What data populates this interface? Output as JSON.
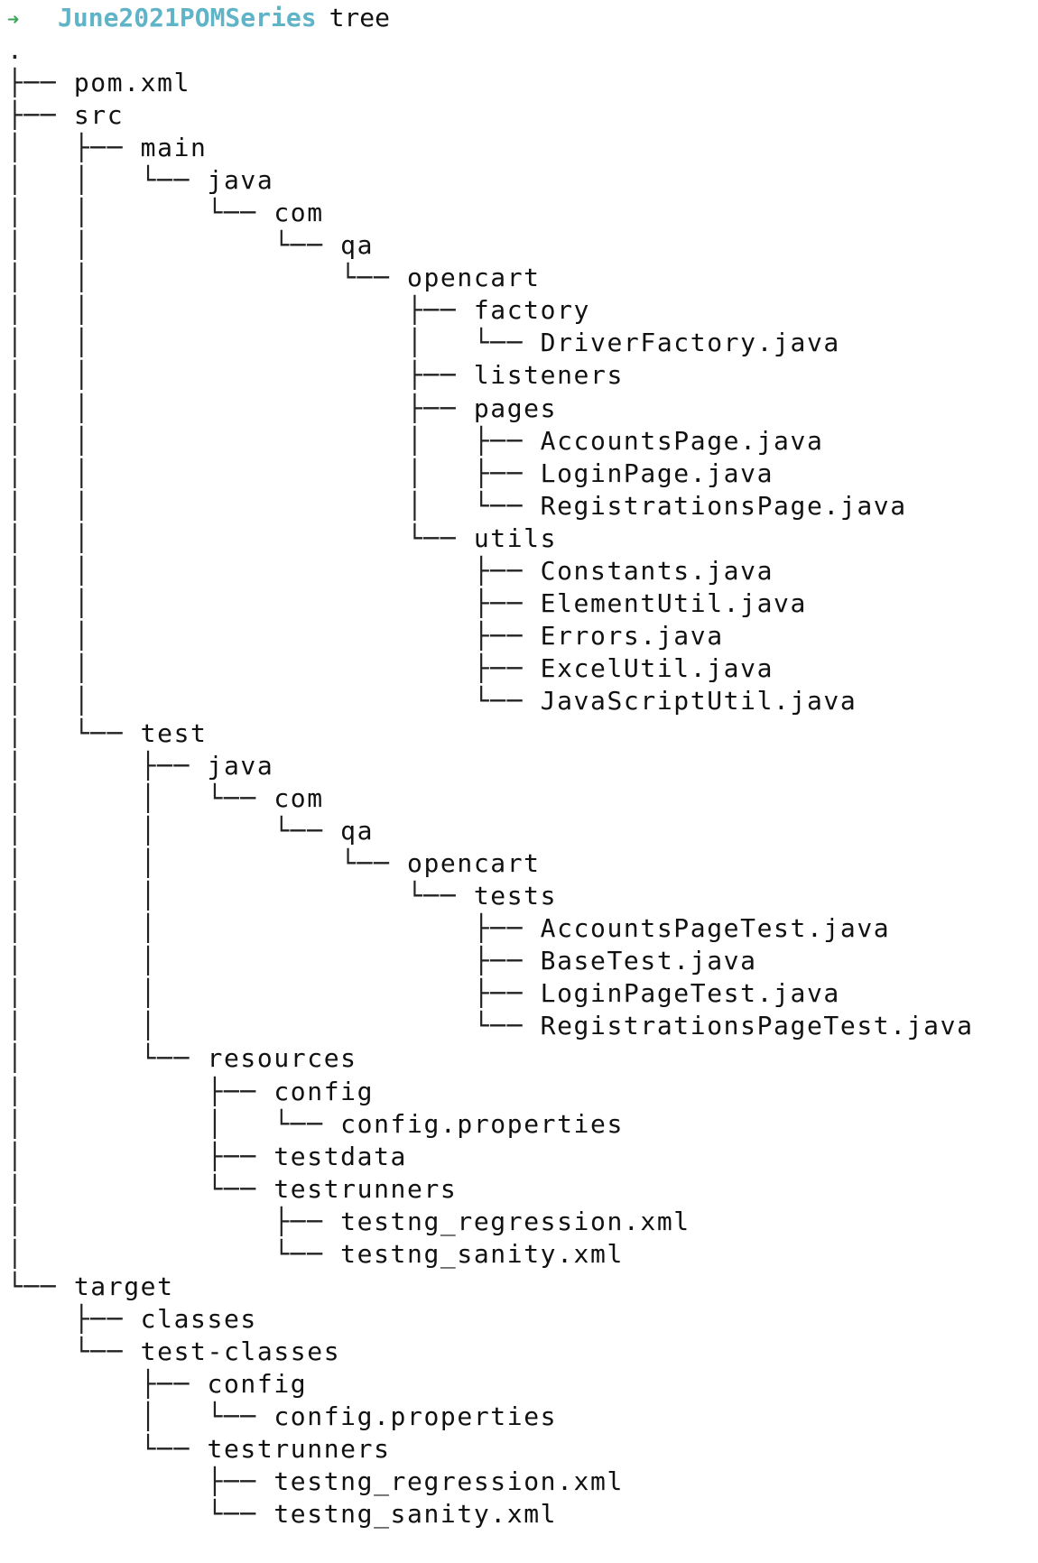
{
  "prompt": {
    "arrow": "➜",
    "directory": "June2021POMSeries",
    "command": "tree"
  },
  "tree_lines": [
    {
      "branch": ".",
      "name": ""
    },
    {
      "branch": "├── ",
      "name": "pom.xml"
    },
    {
      "branch": "├── ",
      "name": "src"
    },
    {
      "branch": "│   ├── ",
      "name": "main"
    },
    {
      "branch": "│   │   └── ",
      "name": "java"
    },
    {
      "branch": "│   │       └── ",
      "name": "com"
    },
    {
      "branch": "│   │           └── ",
      "name": "qa"
    },
    {
      "branch": "│   │               └── ",
      "name": "opencart"
    },
    {
      "branch": "│   │                   ├── ",
      "name": "factory"
    },
    {
      "branch": "│   │                   │   └── ",
      "name": "DriverFactory.java"
    },
    {
      "branch": "│   │                   ├── ",
      "name": "listeners"
    },
    {
      "branch": "│   │                   ├── ",
      "name": "pages"
    },
    {
      "branch": "│   │                   │   ├── ",
      "name": "AccountsPage.java"
    },
    {
      "branch": "│   │                   │   ├── ",
      "name": "LoginPage.java"
    },
    {
      "branch": "│   │                   │   └── ",
      "name": "RegistrationsPage.java"
    },
    {
      "branch": "│   │                   └── ",
      "name": "utils"
    },
    {
      "branch": "│   │                       ├── ",
      "name": "Constants.java"
    },
    {
      "branch": "│   │                       ├── ",
      "name": "ElementUtil.java"
    },
    {
      "branch": "│   │                       ├── ",
      "name": "Errors.java"
    },
    {
      "branch": "│   │                       ├── ",
      "name": "ExcelUtil.java"
    },
    {
      "branch": "│   │                       └── ",
      "name": "JavaScriptUtil.java"
    },
    {
      "branch": "│   └── ",
      "name": "test"
    },
    {
      "branch": "│       ├── ",
      "name": "java"
    },
    {
      "branch": "│       │   └── ",
      "name": "com"
    },
    {
      "branch": "│       │       └── ",
      "name": "qa"
    },
    {
      "branch": "│       │           └── ",
      "name": "opencart"
    },
    {
      "branch": "│       │               └── ",
      "name": "tests"
    },
    {
      "branch": "│       │                   ├── ",
      "name": "AccountsPageTest.java"
    },
    {
      "branch": "│       │                   ├── ",
      "name": "BaseTest.java"
    },
    {
      "branch": "│       │                   ├── ",
      "name": "LoginPageTest.java"
    },
    {
      "branch": "│       │                   └── ",
      "name": "RegistrationsPageTest.java"
    },
    {
      "branch": "│       └── ",
      "name": "resources"
    },
    {
      "branch": "│           ├── ",
      "name": "config"
    },
    {
      "branch": "│           │   └── ",
      "name": "config.properties"
    },
    {
      "branch": "│           ├── ",
      "name": "testdata"
    },
    {
      "branch": "│           └── ",
      "name": "testrunners"
    },
    {
      "branch": "│               ├── ",
      "name": "testng_regression.xml"
    },
    {
      "branch": "│               └── ",
      "name": "testng_sanity.xml"
    },
    {
      "branch": "└── ",
      "name": "target"
    },
    {
      "branch": "    ├── ",
      "name": "classes"
    },
    {
      "branch": "    └── ",
      "name": "test-classes"
    },
    {
      "branch": "        ├── ",
      "name": "config"
    },
    {
      "branch": "        │   └── ",
      "name": "config.properties"
    },
    {
      "branch": "        └── ",
      "name": "testrunners"
    },
    {
      "branch": "            ├── ",
      "name": "testng_regression.xml"
    },
    {
      "branch": "            └── ",
      "name": "testng_sanity.xml"
    }
  ]
}
